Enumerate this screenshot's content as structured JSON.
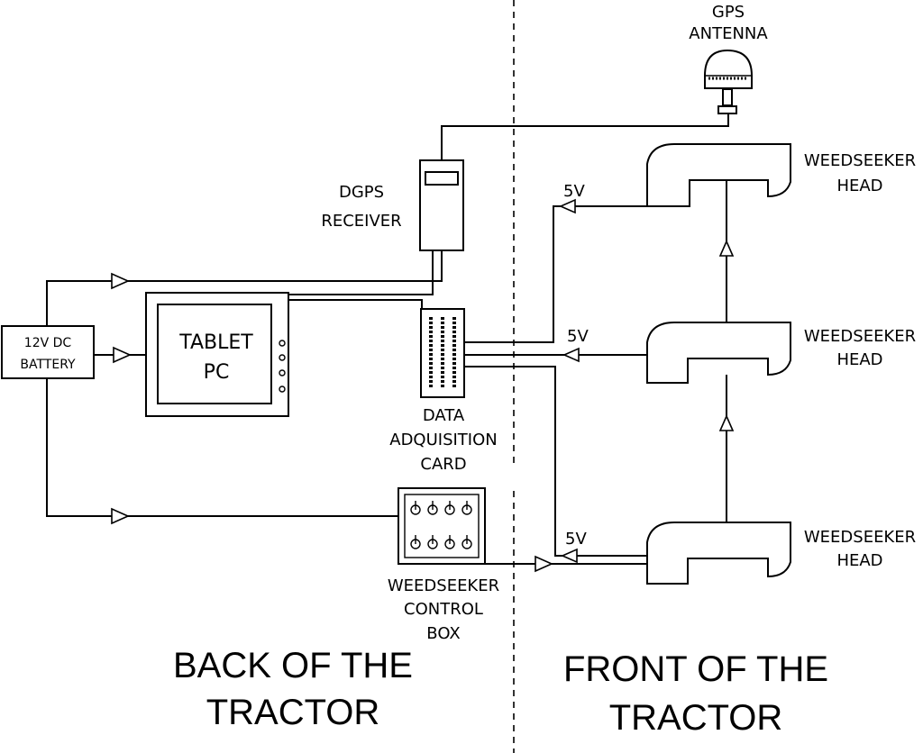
{
  "labels": {
    "gps_antenna_1": "GPS",
    "gps_antenna_2": "ANTENNA",
    "dgps_1": "DGPS",
    "dgps_2": "RECEIVER",
    "battery_1": "12V DC",
    "battery_2": "BATTERY",
    "tablet_1": "TABLET",
    "tablet_2": "PC",
    "daq_1": "DATA",
    "daq_2": "ADQUISITION",
    "daq_3": "CARD",
    "ctrl_1": "WEEDSEEKER",
    "ctrl_2": "CONTROL",
    "ctrl_3": "BOX",
    "head1_1": "WEEDSEEKER",
    "head1_2": "HEAD",
    "head2_1": "WEEDSEEKER",
    "head2_2": "HEAD",
    "head3_1": "WEEDSEEKER",
    "head3_2": "HEAD",
    "v1": "5V",
    "v2": "5V",
    "v3": "5V",
    "back_1": "BACK OF THE",
    "back_2": "TRACTOR",
    "front_1": "FRONT OF THE",
    "front_2": "TRACTOR"
  }
}
